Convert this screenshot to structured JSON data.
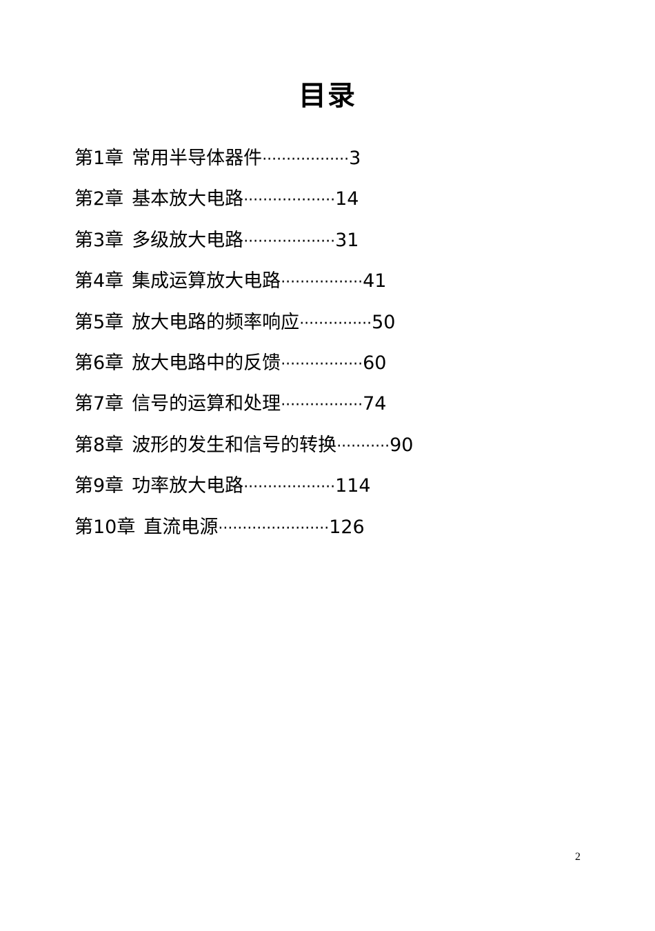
{
  "document": {
    "title": "目录",
    "page_number": "2"
  },
  "toc": [
    {
      "chapter": "第1章",
      "title": "常用半导体器件",
      "leader": "··················",
      "page": "3"
    },
    {
      "chapter": "第2章",
      "title": "基本放大电路",
      "leader": "···················",
      "page": "14"
    },
    {
      "chapter": "第3章",
      "title": "多级放大电路",
      "leader": "···················",
      "page": "31"
    },
    {
      "chapter": "第4章",
      "title": "集成运算放大电路",
      "leader": "·················",
      "page": "41"
    },
    {
      "chapter": "第5章",
      "title": "放大电路的频率响应",
      "leader": "···············",
      "page": "50"
    },
    {
      "chapter": "第6章",
      "title": "放大电路中的反馈",
      "leader": "·················",
      "page": "60"
    },
    {
      "chapter": "第7章",
      "title": "信号的运算和处理",
      "leader": "·················",
      "page": "74"
    },
    {
      "chapter": "第8章",
      "title": "波形的发生和信号的转换",
      "leader": "···········",
      "page": "90"
    },
    {
      "chapter": "第9章",
      "title": "功率放大电路",
      "leader": "···················",
      "page": "114"
    },
    {
      "chapter": "第10章",
      "title": "直流电源",
      "leader": "·······················",
      "page": "126"
    }
  ]
}
